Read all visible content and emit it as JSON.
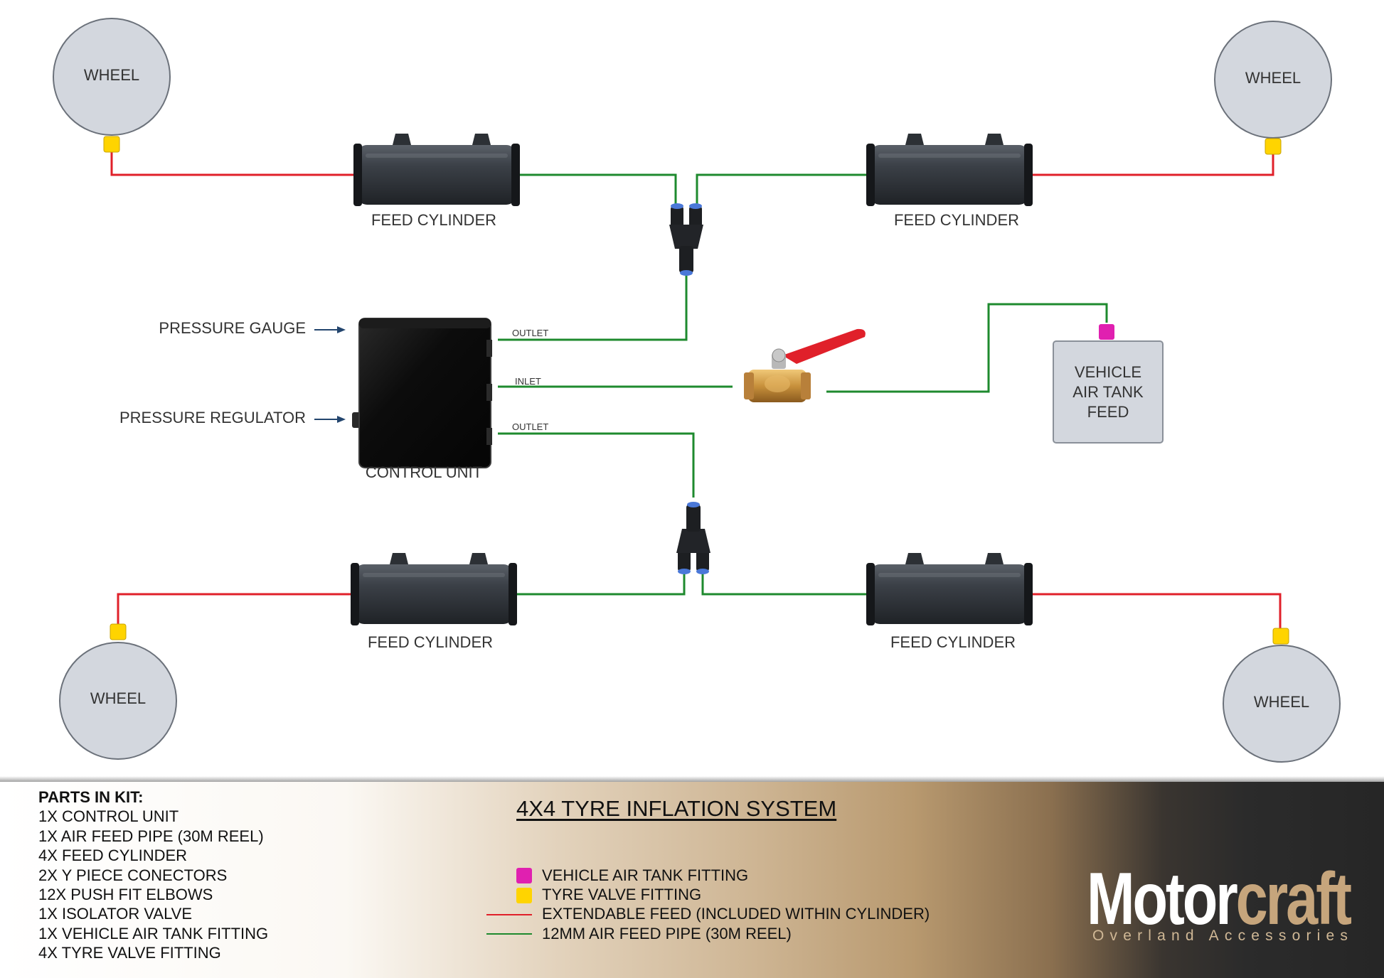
{
  "wheels": {
    "front_left": "WHEEL",
    "front_right": "WHEEL",
    "rear_left": "WHEEL",
    "rear_right": "WHEEL"
  },
  "cylinders": {
    "front_left": "FEED CYLINDER",
    "front_right": "FEED CYLINDER",
    "rear_left": "FEED CYLINDER",
    "rear_right": "FEED CYLINDER"
  },
  "control_unit": {
    "label": "CONTROL UNIT",
    "outlet_top": "OUTLET",
    "inlet": "INLET",
    "outlet_bottom": "OUTLET",
    "pressure_gauge": "PRESSURE GAUGE",
    "pressure_regulator": "PRESSURE REGULATOR"
  },
  "air_tank": {
    "line1": "VEHICLE",
    "line2": "AIR TANK",
    "line3": "FEED"
  },
  "footer": {
    "parts_title": "PARTS IN KIT:",
    "parts": [
      "1X CONTROL UNIT",
      "1X AIR FEED PIPE (30M REEL)",
      "4X FEED CYLINDER",
      "2X Y PIECE CONECTORS",
      "12X PUSH FIT ELBOWS",
      "1X ISOLATOR VALVE",
      "1X VEHICLE AIR TANK FITTING",
      "4X TYRE VALVE FITTING"
    ],
    "system_title": "4X4 TYRE INFLATION SYSTEM",
    "legend": [
      {
        "label": "VEHICLE AIR TANK FITTING",
        "kind": "square",
        "color": "#e020b0"
      },
      {
        "label": "TYRE VALVE FITTING",
        "kind": "square",
        "color": "#ffd400"
      },
      {
        "label": "EXTENDABLE FEED (INCLUDED WITHIN CYLINDER)",
        "kind": "line",
        "color": "#e0202a"
      },
      {
        "label": "12MM AIR FEED PIPE (30M REEL)",
        "kind": "line",
        "color": "#1e8a2e"
      }
    ],
    "logo": {
      "word1": "Motor",
      "word2": "craft",
      "tagline": "Overland Accessories"
    }
  },
  "colors": {
    "red_feed": "#e0202a",
    "green_pipe": "#1e8a2e",
    "tank_fitting": "#e020b0",
    "valve_fitting": "#ffd400",
    "wheel_fill": "#d3d7de",
    "arrow": "#23456e"
  }
}
